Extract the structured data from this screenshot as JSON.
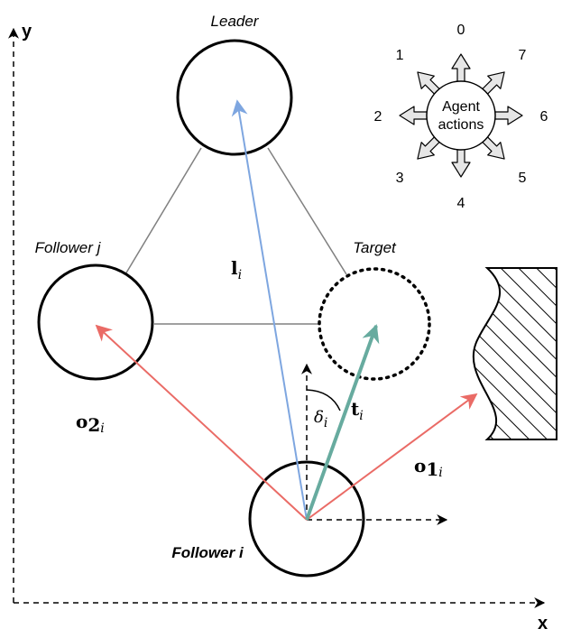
{
  "labels": {
    "leader": "Leader",
    "follower_j": "Follower j",
    "target": "Target",
    "follower_i": "Follower i",
    "axis_x": "x",
    "axis_y": "y"
  },
  "vectors": {
    "l": {
      "symbol": "l",
      "sub": "i"
    },
    "t": {
      "symbol": "t",
      "sub": "i"
    },
    "o1": {
      "symbol": "o",
      "index": "1",
      "sub": "i"
    },
    "o2": {
      "symbol": "o",
      "index": "2",
      "sub": "i"
    },
    "delta": {
      "symbol": "δ",
      "sub": "i"
    }
  },
  "actions": {
    "center_line1": "Agent",
    "center_line2": "actions",
    "numbers": [
      "0",
      "1",
      "2",
      "3",
      "4",
      "5",
      "6",
      "7"
    ]
  },
  "colors": {
    "leader_vector": "#7ea6e0",
    "target_vector": "#67ab9f",
    "obstacle_vector": "#ea6b66",
    "arrow_fill": "#e6e6e6",
    "formation_line": "#808080"
  }
}
